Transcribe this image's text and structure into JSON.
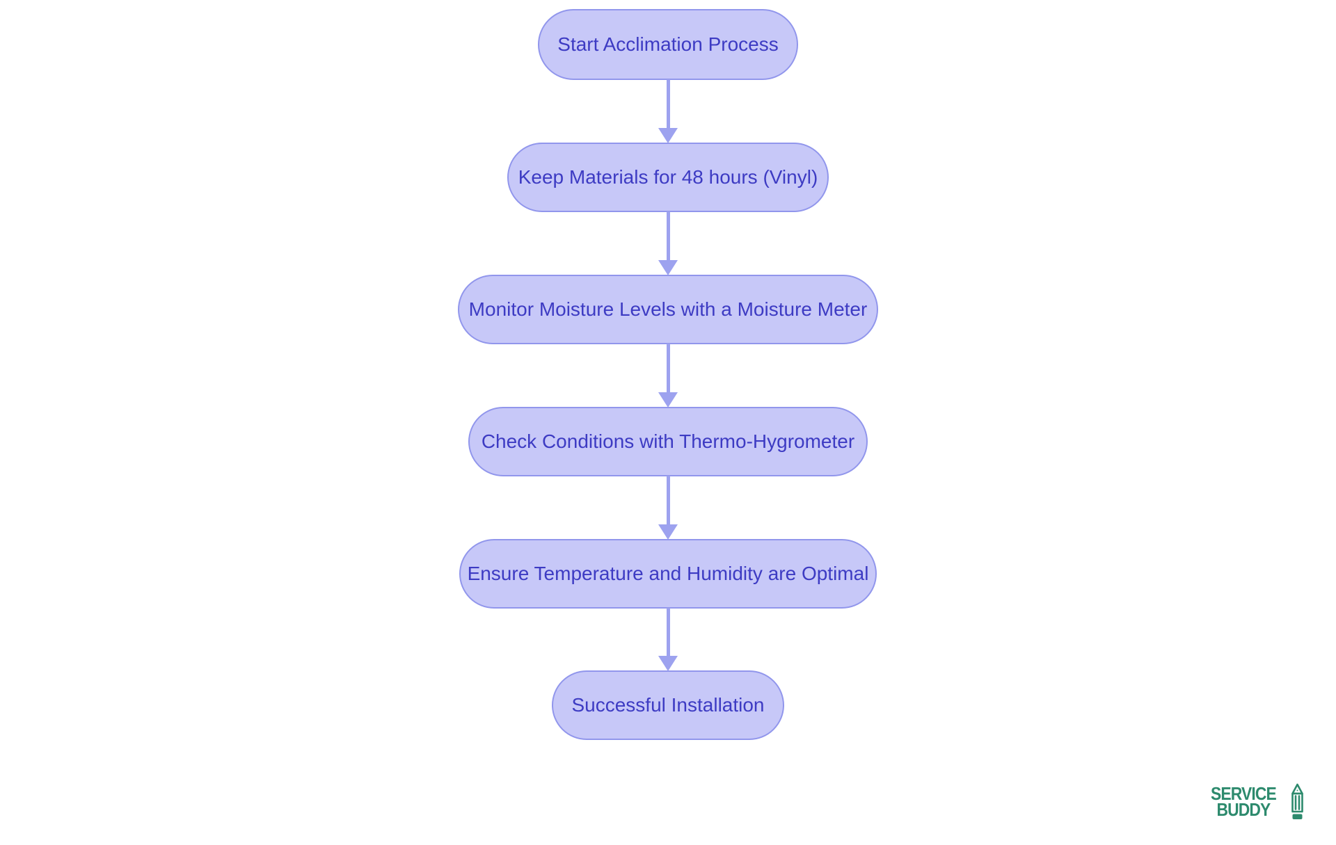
{
  "page": {
    "background": "#ffffff"
  },
  "flowchart": {
    "type": "flowchart",
    "direction": "top-down",
    "node_fill": "#c7c8f8",
    "node_border": "#9196ec",
    "node_text_color": "#3d3bc3",
    "arrow_color": "#9da2ef",
    "nodes": [
      {
        "id": "start",
        "label": "Start Acclimation Process"
      },
      {
        "id": "keep",
        "label": "Keep Materials for 48 hours (Vinyl)"
      },
      {
        "id": "monitor",
        "label": "Monitor Moisture Levels with a Moisture Meter"
      },
      {
        "id": "check",
        "label": "Check Conditions with Thermo-Hygrometer"
      },
      {
        "id": "ensure",
        "label": "Ensure Temperature and Humidity are Optimal"
      },
      {
        "id": "success",
        "label": "Successful Installation"
      }
    ],
    "edges": [
      {
        "from": "start",
        "to": "keep"
      },
      {
        "from": "keep",
        "to": "monitor"
      },
      {
        "from": "monitor",
        "to": "check"
      },
      {
        "from": "check",
        "to": "ensure"
      },
      {
        "from": "ensure",
        "to": "success"
      }
    ]
  },
  "branding": {
    "name_line1": "SERVICE",
    "name_line2": "BUDDY",
    "color": "#2d8a6d",
    "icon": "pencil-icon"
  }
}
